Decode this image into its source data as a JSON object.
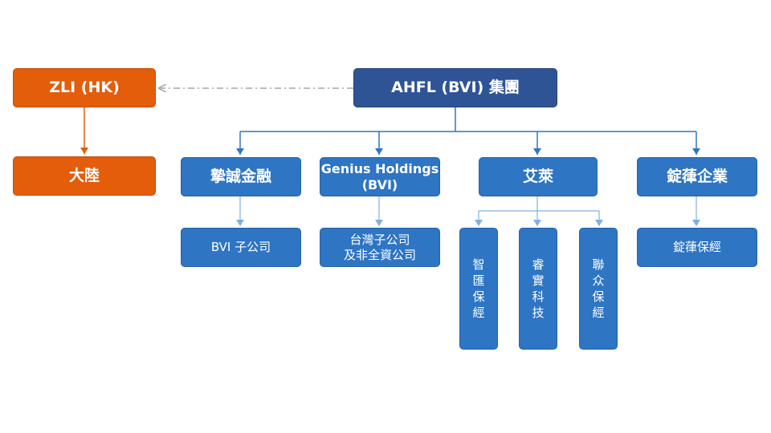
{
  "nodes": {
    "zli_hk": "ZLI (HK)",
    "dalu": "大陸",
    "ahfl": "AHFL (BVI) 集團",
    "zhicheng": "摯誠金融",
    "genius_line1": "Genius Holdings",
    "genius_line2": "(BVI)",
    "ailai": "艾萊",
    "dinglu": "錠葎企業",
    "bvi_sub": "BVI 子公司",
    "taiwan_line1": "台灣子公司",
    "taiwan_line2": "及非全資公司",
    "zhihui": [
      "智",
      "匯",
      "保",
      "經"
    ],
    "ruishi": [
      "睿",
      "實",
      "科",
      "技"
    ],
    "lianzhong": [
      "聯",
      "众",
      "保",
      "經"
    ],
    "dinglu_baojing": "錠葎保經"
  },
  "colors": {
    "orange": "#e35d0b",
    "navy": "#2f5496",
    "blue": "#2e75c3",
    "connector": "#2e75c3",
    "dashed": "#a6a6a6"
  }
}
